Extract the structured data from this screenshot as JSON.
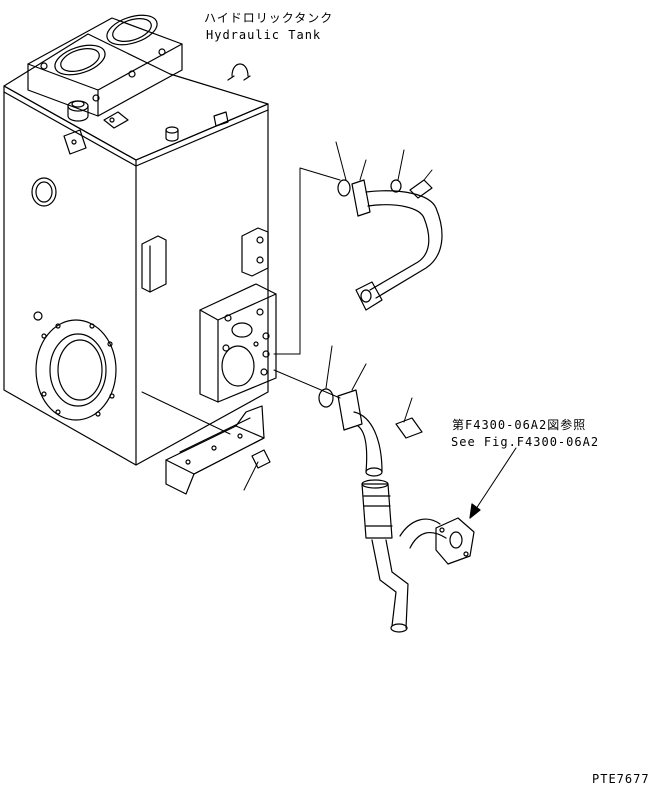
{
  "labels": {
    "tank_name_jp": "ハイドロリックタンク",
    "tank_name_en": "Hydraulic Tank",
    "reference_jp": "第F4300-06A2図参照",
    "reference_en": "See Fig.F4300-06A2",
    "drawing_id": "PTE7677"
  },
  "colors": {
    "line": "#000000",
    "background": "#ffffff"
  }
}
